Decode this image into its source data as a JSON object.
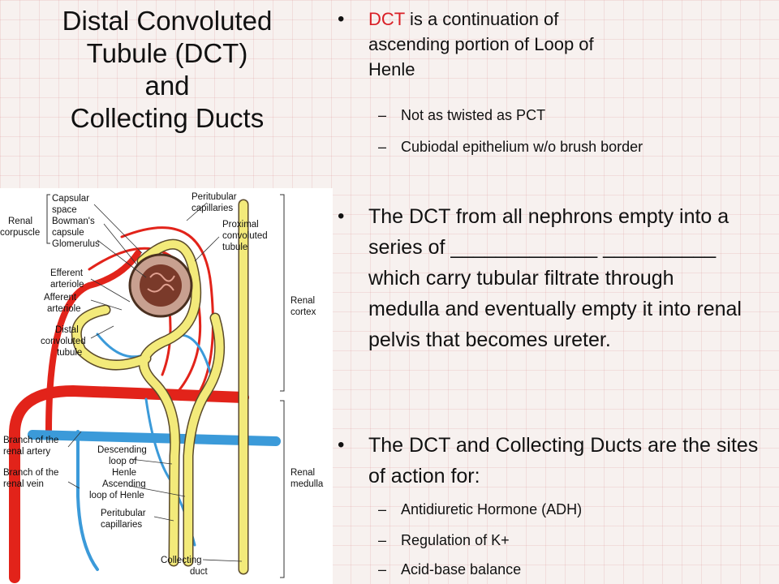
{
  "title": "Distal Convoluted\nTubule (DCT)\nand\nCollecting Ducts",
  "bullet1": {
    "lead": "DCT",
    "line1_rest": " is a continuation of",
    "line2": "ascending portion of Loop of",
    "line3": "Henle",
    "subs": [
      "Not as twisted as PCT",
      "Cubiodal epithelium w/o brush border"
    ]
  },
  "bullet2": {
    "text": "The DCT from all nephrons empty into a series of _____________ __________ which carry tubular filtrate through medulla and eventually empty it into renal pelvis that becomes ureter."
  },
  "bullet3": {
    "text": "The DCT and Collecting Ducts are the sites of action for:",
    "subs": [
      "Antidiuretic Hormone (ADH)",
      "Regulation of K+",
      "Acid-base balance"
    ]
  },
  "bullet_symbol": "•",
  "dash_symbol": "–",
  "diagram": {
    "labels": {
      "capsular_space_1": "Capsular",
      "capsular_space_2": "space",
      "bowmans_1": "Bowman's",
      "bowmans_2": "capsule",
      "glomerulus": "Glomerulus",
      "renal_corpuscle_1": "Renal",
      "renal_corpuscle_2": "corpuscle",
      "peritubular_top_1": "Peritubular",
      "peritubular_top_2": "capillaries",
      "proximal_1": "Proximal",
      "proximal_2": "convoluted",
      "proximal_3": "tubule",
      "efferent_1": "Efferent",
      "efferent_2": "arteriole",
      "afferent_1": "Afferent",
      "afferent_2": "arteriole",
      "distal_1": "Distal",
      "distal_2": "convoluted",
      "distal_3": "tubule",
      "renal_cortex_1": "Renal",
      "renal_cortex_2": "cortex",
      "branch_artery_1": "Branch of the",
      "branch_artery_2": "renal artery",
      "branch_vein_1": "Branch of the",
      "branch_vein_2": "renal vein",
      "descending_1": "Descending",
      "descending_2": "loop of",
      "descending_3": "Henle",
      "ascending_1": "Ascending",
      "ascending_2": "loop of Henle",
      "peritubular_bottom_1": "Peritubular",
      "peritubular_bottom_2": "capillaries",
      "renal_medulla_1": "Renal",
      "renal_medulla_2": "medulla",
      "collecting_1": "Collecting",
      "collecting_2": "duct"
    },
    "colors": {
      "artery": "#e2231a",
      "vein": "#3b9ad9",
      "tubule": "#f3ea7a",
      "glomerulus": "#7a3a2a",
      "capsule": "#c8a090"
    }
  }
}
